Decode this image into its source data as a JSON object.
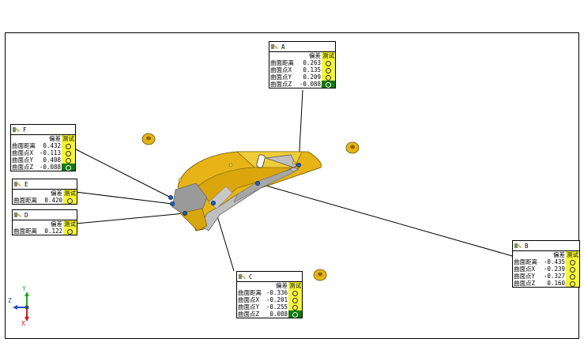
{
  "viewport": {
    "accent": "#e6b417"
  },
  "columns": {
    "deviation": "偏差",
    "test": "测试"
  },
  "callouts": {
    "A": {
      "name": "A",
      "rows": [
        {
          "label": "曲面距离",
          "value": "0.263",
          "status": "yellow"
        },
        {
          "label": "曲面点X",
          "value": "0.135",
          "status": "yellow"
        },
        {
          "label": "曲面点Y",
          "value": "0.209",
          "status": "yellow"
        },
        {
          "label": "曲面点Z",
          "value": "-0.088",
          "status": "green"
        }
      ]
    },
    "F": {
      "name": "F",
      "rows": [
        {
          "label": "曲面距离",
          "value": "0.432",
          "status": "yellow"
        },
        {
          "label": "曲面点X",
          "value": "-0.113",
          "status": "yellow"
        },
        {
          "label": "曲面点Y",
          "value": "0.408",
          "status": "yellow"
        },
        {
          "label": "曲面点Z",
          "value": "-0.088",
          "status": "green"
        }
      ]
    },
    "E": {
      "name": "E",
      "rows": [
        {
          "label": "曲面距离",
          "value": "0.420",
          "status": "yellow"
        }
      ]
    },
    "D": {
      "name": "D",
      "rows": [
        {
          "label": "曲面距离",
          "value": "0.122",
          "status": "yellow"
        }
      ]
    },
    "C": {
      "name": "C",
      "rows": [
        {
          "label": "曲面距离",
          "value": "-0.336",
          "status": "yellow"
        },
        {
          "label": "曲面点X",
          "value": "-0.201",
          "status": "yellow"
        },
        {
          "label": "曲面点Y",
          "value": "-0.255",
          "status": "yellow"
        },
        {
          "label": "曲面点Z",
          "value": "0.088",
          "status": "green"
        }
      ]
    },
    "B": {
      "name": "B",
      "rows": [
        {
          "label": "曲面距离",
          "value": "-0.435",
          "status": "yellow"
        },
        {
          "label": "曲面点X",
          "value": "-0.239",
          "status": "yellow"
        },
        {
          "label": "曲面点Y",
          "value": "-0.327",
          "status": "yellow"
        },
        {
          "label": "曲面点Z",
          "value": "0.160",
          "status": "yellow"
        }
      ]
    }
  },
  "axes": {
    "y": "Y",
    "z": "Z",
    "x": "X"
  },
  "status_colors": {
    "yellow": "#f5f53a",
    "green": "#117a11"
  }
}
